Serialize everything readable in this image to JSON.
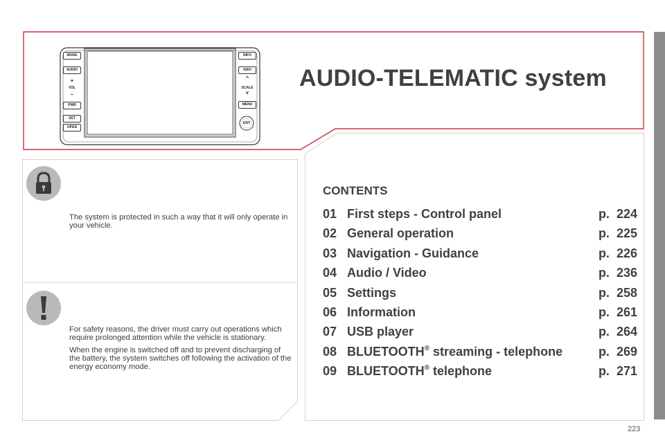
{
  "page": {
    "title": "AUDIO-TELEMATIC system",
    "page_number": "223"
  },
  "device": {
    "left_buttons": [
      "MODE",
      "AUDIO",
      "PWR",
      "SET",
      "OPEN"
    ],
    "vol_label": "VOL",
    "vol_plus": "+",
    "vol_minus": "–",
    "right_buttons": [
      "INFO",
      "NAVI",
      "MENU"
    ],
    "scale_label": "SCALE",
    "ent_label": "ENT"
  },
  "notes": {
    "security": "The system is protected in such a way that it will only operate in your vehicle.",
    "safety_1": "For safety reasons, the driver must carry out operations which require prolonged attention while the vehicle is stationary.",
    "safety_2": "When the engine is switched off and to prevent discharging of the battery, the system switches off following the activation of the energy economy mode."
  },
  "contents": {
    "heading": "CONTENTS",
    "page_prefix": "p.",
    "registered_mark": "®",
    "items": [
      {
        "num": "01",
        "title": "First steps - Control panel",
        "page": "224"
      },
      {
        "num": "02",
        "title": "General operation",
        "page": "225"
      },
      {
        "num": "03",
        "title": "Navigation - Guidance",
        "page": "226"
      },
      {
        "num": "04",
        "title": "Audio / Video",
        "page": "236"
      },
      {
        "num": "05",
        "title": "Settings",
        "page": "258"
      },
      {
        "num": "06",
        "title": "Information",
        "page": "261"
      },
      {
        "num": "07",
        "title": "USB player",
        "page": "264"
      },
      {
        "num": "08",
        "title_main": "BLUETOOTH",
        "title_rest": " streaming - telephone",
        "page": "269"
      },
      {
        "num": "09",
        "title_main": "BLUETOOTH",
        "title_rest": " telephone",
        "page": "271"
      }
    ]
  },
  "colors": {
    "accent_red": "#c8323c",
    "panel_border": "#d0d0d0",
    "sidebar_gray": "#8c8c8c",
    "icon_gray": "#b9b9b9"
  }
}
